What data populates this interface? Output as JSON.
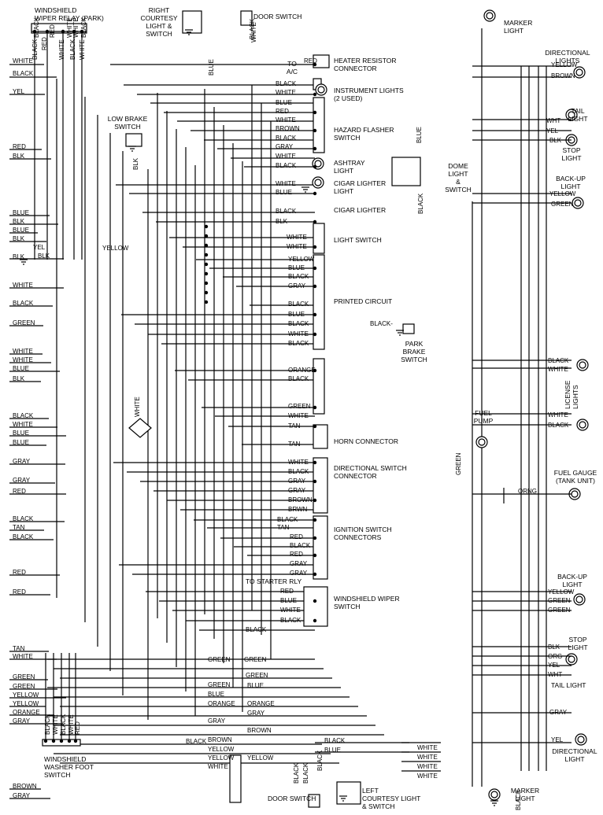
{
  "components": {
    "wiper_relay": "WINDSHIELD\nWIPER RELAY (PARK)",
    "right_courtesy": "RIGHT\nCOURTESY\nLIGHT &\nSWITCH",
    "door_switch_top": "DOOR SWITCH",
    "marker_light_top": "MARKER\nLIGHT",
    "heater_resistor": "HEATER RESISTOR\nCONNECTOR",
    "instrument_lights": "INSTRUMENT LIGHTS\n(2 USED)",
    "hazard_flasher": "HAZARD FLASHER\nSWITCH",
    "ashtray_light": "ASHTRAY\nLIGHT",
    "cigar_lighter_light": "CIGAR LIGHTER\nLIGHT",
    "cigar_lighter": "CIGAR LIGHTER",
    "light_switch": "LIGHT SWITCH",
    "printed_circuit": "PRINTED CIRCUIT",
    "park_brake": "PARK\nBRAKE\nSWITCH",
    "low_brake": "LOW BRAKE\nSWITCH",
    "dome_light": "DOME\nLIGHT\n&\nSWITCH",
    "directional_lights": "DIRECTIONAL\nLIGHTS",
    "tail_light_top": "TAIL\nLIGHT",
    "stop_light_top": "STOP\nLIGHT",
    "backup_light_top": "BACK-UP\nLIGHT",
    "license_lights": "LICENSE\nLIGHTS",
    "fuel_pump": "FUEL\nPUMP",
    "fuel_gauge": "FUEL GAUGE\n(TANK UNIT)",
    "horn_connector": "HORN CONNECTOR",
    "directional_switch": "DIRECTIONAL SWITCH\nCONNECTOR",
    "ignition_switch": "IGNITION SWITCH\nCONNECTORS",
    "to_starter": "TO STARTER RLY",
    "windshield_wiper": "WINDSHIELD WIPER\nSWITCH",
    "backup_light_bottom": "BACK-UP\nLIGHT",
    "stop_light_bottom": "STOP\nLIGHT",
    "tail_light_bottom": "TAIL LIGHT",
    "directional_light_bottom": "DIRECTIONAL\nLIGHT",
    "washer_foot": "WINDSHIELD\nWASHER FOOT\nSWITCH",
    "door_switch_bottom": "DOOR SWITCH",
    "left_courtesy": "LEFT\nCOURTESY LIGHT\n& SWITCH",
    "marker_light_bottom": "MARKER\nLIGHT",
    "to_ac": "TO\nA/C"
  },
  "left_wires": [
    "WHITE",
    "BLACK",
    "YEL",
    "RED",
    "BLK",
    "BLUE",
    "BLK",
    "BLUE",
    "BLK",
    "BLK",
    "YEL",
    "BLK",
    "WHITE",
    "BLACK",
    "GREEN",
    "WHITE",
    "WHITE",
    "BLUE",
    "BLK",
    "BLACK",
    "WHITE",
    "BLUE",
    "BLUE",
    "GRAY",
    "GRAY",
    "RED",
    "BLACK",
    "TAN",
    "BLACK",
    "RED",
    "RED",
    "TAN",
    "WHITE",
    "GREEN",
    "GREEN",
    "YELLOW",
    "YELLOW",
    "ORANGE",
    "GRAY",
    "BROWN",
    "GRAY"
  ],
  "relay_wires": [
    "BLACK",
    "RED",
    "WHITE",
    "BLACK",
    "WHITE"
  ],
  "center_wires": [
    "RED",
    "BLACK",
    "WHITE",
    "BLUE",
    "RED",
    "WHITE",
    "BROWN",
    "BLACK",
    "GRAY",
    "WHITE",
    "BLACK",
    "WHITE",
    "BLUE",
    "BLACK",
    "BLK",
    "WHITE",
    "WHITE",
    "YELLOW",
    "BLUE",
    "BLACK",
    "GRAY",
    "BLACK",
    "BLUE",
    "BLACK",
    "WHITE",
    "BLACK",
    "ORANGE",
    "BLACK",
    "GREEN",
    "WHITE",
    "TAN",
    "TAN",
    "WHITE",
    "BLACK",
    "GRAY",
    "GRAY",
    "BROWN",
    "BRWN",
    "BLACK",
    "TAN",
    "RED",
    "BLACK",
    "RED",
    "GRAY",
    "GRAY",
    "RED",
    "BLUE",
    "WHITE",
    "BLACK",
    "BLACK"
  ],
  "right_wires": [
    "YELLOW",
    "BROWN",
    "WHT",
    "YEL",
    "BLK",
    "YELLOW",
    "GREEN",
    "BLACK",
    "WHITE",
    "WHITE",
    "BLACK",
    "ORNG",
    "YELLOW",
    "GREEN",
    "GREEN",
    "BLK",
    "ORG",
    "YEL",
    "WHT",
    "GRAY",
    "YEL"
  ],
  "bottom_wires": [
    "GREEN",
    "GREEN",
    "GREEN",
    "GREEN",
    "BLUE",
    "BLUE",
    "ORANGE",
    "ORANGE",
    "GRAY",
    "GRAY",
    "BROWN",
    "BROWN",
    "YELLOW",
    "YELLOW",
    "YELLOW",
    "WHITE",
    "BLACK",
    "BLUE",
    "WHITE",
    "WHITE",
    "WHITE",
    "WHITE",
    "BLACK"
  ],
  "vertical_wires": [
    "BLUE",
    "BLACK",
    "BLUE",
    "BLK",
    "GREEN",
    "BLACK",
    "WHITE",
    "BLACK",
    "WHITE",
    "BLACK",
    "WHITE",
    "RED",
    "BLACK",
    "BLACK",
    "WHITE",
    "RED",
    "BLACK",
    "WHITE",
    "BLACK",
    "WHITE",
    "BLACK",
    "BLACK"
  ],
  "misc": [
    "YELLOW",
    "BLACK-"
  ]
}
